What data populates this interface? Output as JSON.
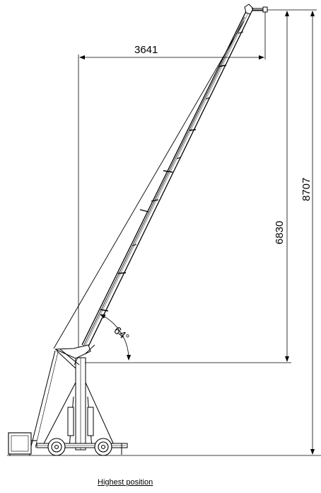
{
  "drawing": {
    "dim_horizontal_reach": "3641",
    "dim_lift_height": "6830",
    "dim_total_height": "8707",
    "angle_label": "64°",
    "caption": "Highest position"
  }
}
